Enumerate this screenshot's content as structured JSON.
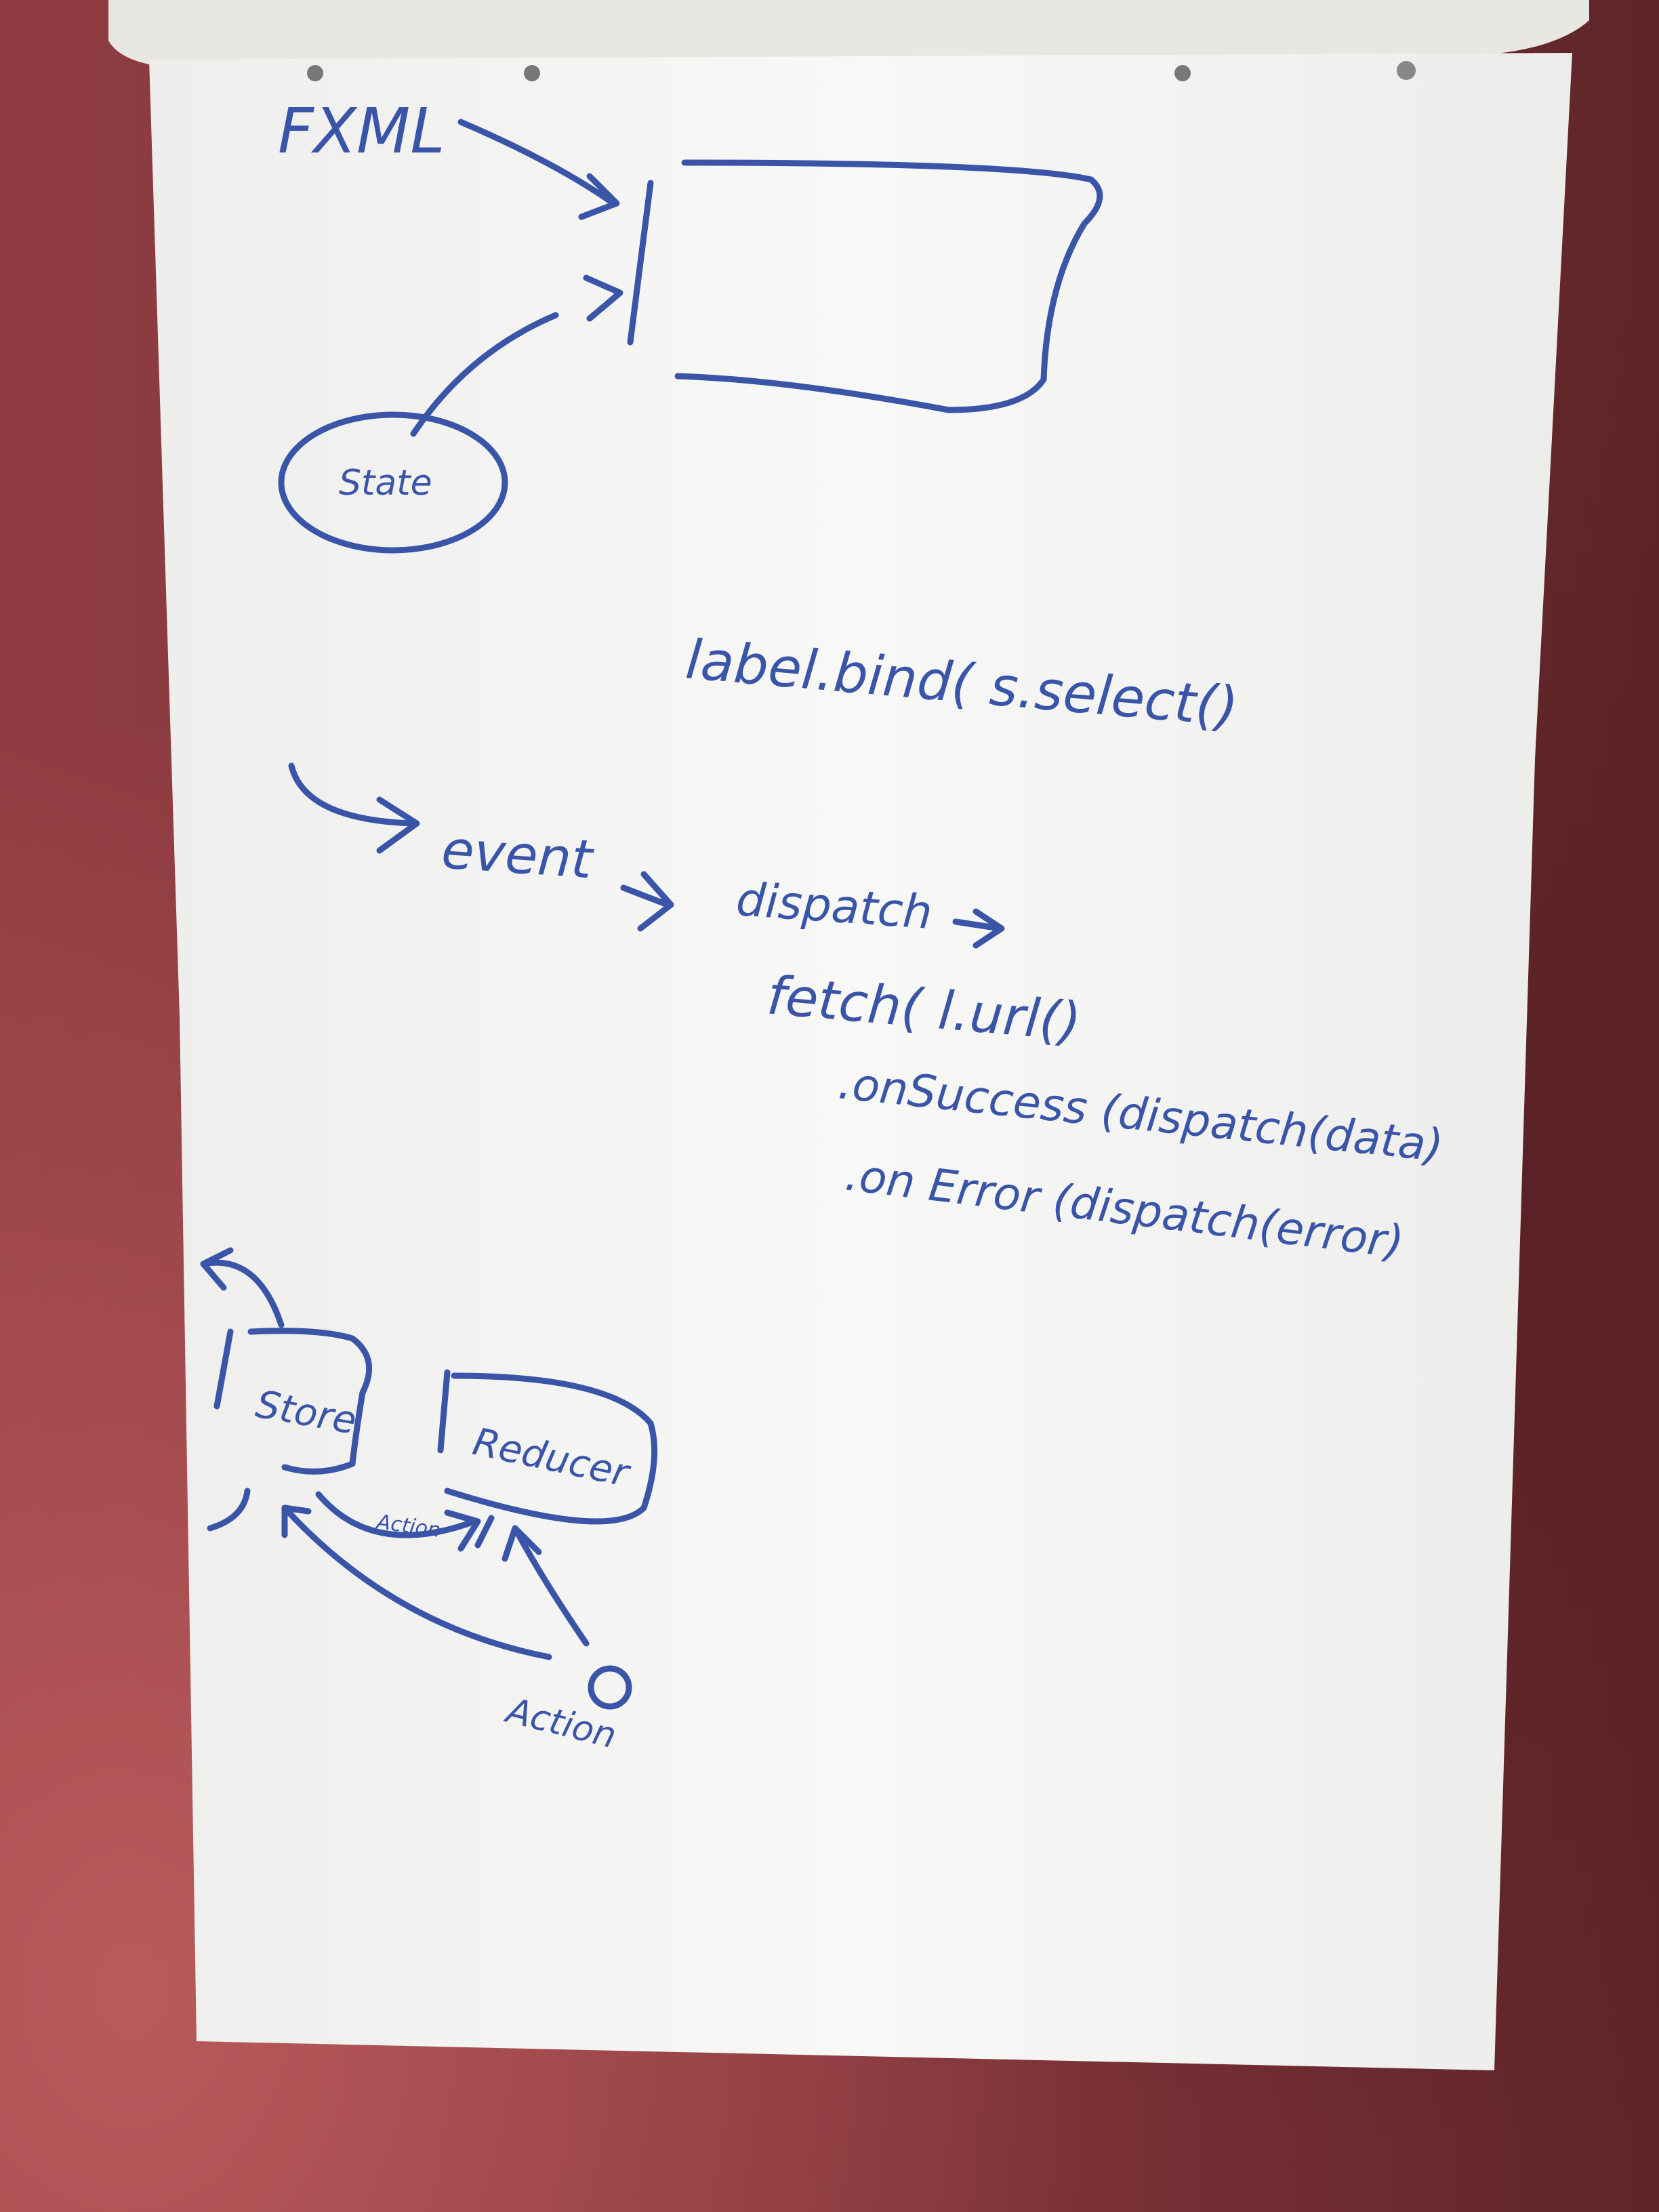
{
  "flipchart": {
    "diagram_top": {
      "fxml_label": "FXML",
      "state_label": "State"
    },
    "code_lines": {
      "binding": "label.bind( s.select()",
      "event": "event",
      "dispatch": "dispatch",
      "fetch": "fetch( l.url()",
      "on_success": ".onSuccess (dispatch(data)",
      "on_error": ".on Error (dispatch(error)"
    },
    "diagram_bottom": {
      "store_label": "Store",
      "reducer_label": "Reducer",
      "action_small_label": "Action",
      "action_label": "Action"
    }
  },
  "colors": {
    "marker": "#3a55a8",
    "paper": "#f7f7f5",
    "wall": "#8a3a3e"
  }
}
